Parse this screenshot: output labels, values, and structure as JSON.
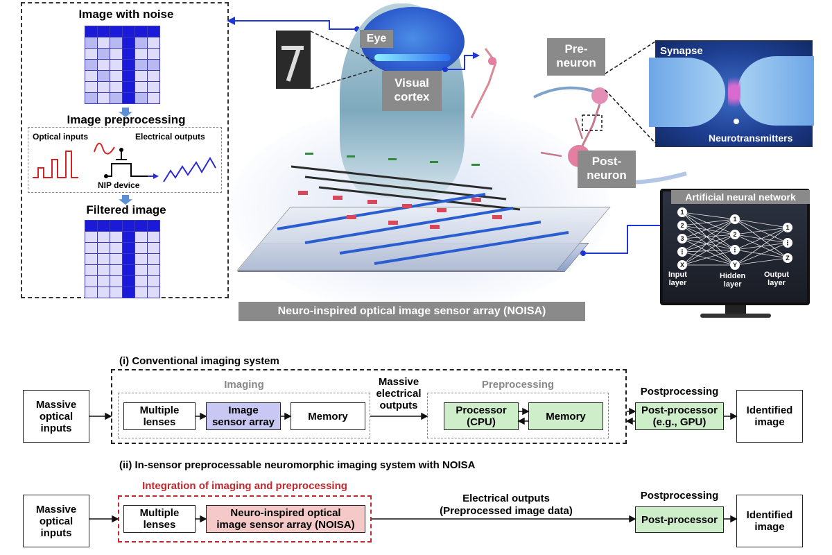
{
  "left_panel": {
    "title_noise": "Image with noise",
    "title_preprocessing": "Image preprocessing",
    "optical_inputs": "Optical inputs",
    "electrical_outputs": "Electrical outputs",
    "device_label": "NIP device",
    "title_filtered": "Filtered image"
  },
  "brain": {
    "eye": "Eye",
    "visual_cortex": "Visual\ncortex",
    "pre_neuron": "Pre-\nneuron",
    "post_neuron": "Post-\nneuron",
    "synapse": "Synapse",
    "neurotransmitters": "Neurotransmitters"
  },
  "ann": {
    "title": "Artificial neural network",
    "input_nodes": [
      "1",
      "2",
      "3",
      "⋮",
      "X"
    ],
    "hidden_nodes": [
      "1",
      "2",
      "⋮",
      "Y"
    ],
    "output_nodes": [
      "1",
      "⋮",
      "Z"
    ],
    "input_layer": "Input\nlayer",
    "hidden_layer": "Hidden\nlayer",
    "output_layer": "Output\nlayer"
  },
  "sensor_caption": "Neuro-inspired optical image sensor array (NOISA)",
  "conventional": {
    "heading": "(i) Conventional imaging system",
    "massive_inputs": "Massive\noptical\ninputs",
    "imaging_group": "Imaging",
    "multiple_lenses": "Multiple\nlenses",
    "image_sensor_array": "Image\nsensor array",
    "memory1": "Memory",
    "massive_outputs": "Massive\nelectrical\noutputs",
    "preprocessing_group": "Preprocessing",
    "processor": "Processor\n(CPU)",
    "memory2": "Memory",
    "postprocessing": "Postprocessing",
    "post_processor": "Post-processor\n(e.g., GPU)",
    "identified_image": "Identified\nimage"
  },
  "neuromorphic": {
    "heading": "(ii) In-sensor preprocessable neuromorphic imaging system with NOISA",
    "integration": "Integration of imaging and preprocessing",
    "massive_inputs": "Massive\noptical\ninputs",
    "multiple_lenses": "Multiple\nlenses",
    "noisa": "Neuro-inspired optical\nimage sensor array (NOISA)",
    "electrical_outputs": "Electrical outputs\n(Preprocessed image data)",
    "postprocessing": "Postprocessing",
    "post_processor": "Post-processor",
    "identified_image": "Identified\nimage"
  },
  "colors": {
    "accent_blue": "#1f35d6",
    "grid_dark": "#1a1ad8",
    "green_box": "#cdeec9",
    "blue_box": "#c9c8f5",
    "pink_box": "#f6c9c9",
    "integration_red": "#c0282d",
    "tag_gray": "#8a8a8a"
  }
}
